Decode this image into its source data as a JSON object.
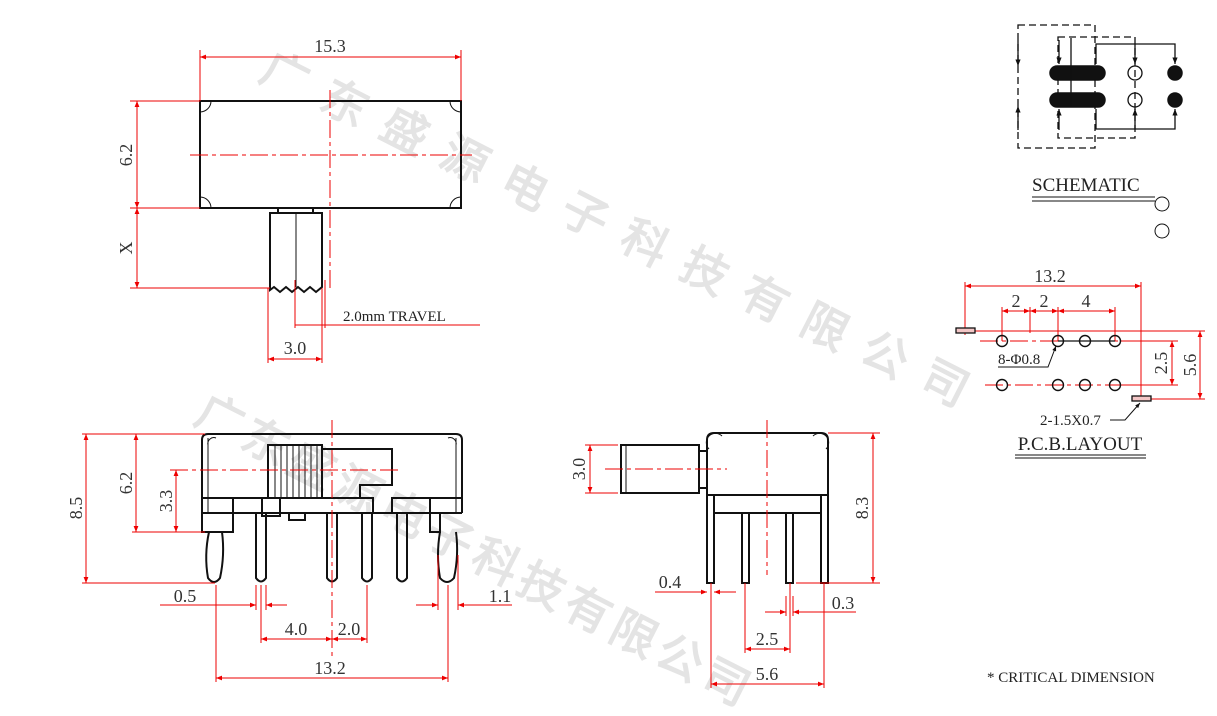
{
  "watermark": "广东盛源电子科技有限公司",
  "colors": {
    "dimension": "#ee0000",
    "outline": "#111111",
    "watermark": "#e4e4e4"
  },
  "top_view": {
    "width": "15.3",
    "height": "6.2",
    "actuator_length": "X",
    "travel": "2.0mm TRAVEL",
    "actuator_width": "3.0"
  },
  "front_view": {
    "overall_height": "8.5",
    "body_height": "6.2",
    "actuator_center": "3.3",
    "pin_width": "0.5",
    "mount_leg_width": "1.1",
    "pitch_a": "4.0",
    "pitch_b": "2.0",
    "leg_span": "13.2"
  },
  "side_view": {
    "actuator_height": "3.0",
    "height": "8.3",
    "leg_thickness": "0.4",
    "pin_thickness": "0.3",
    "pin_row_spacing": "2.5",
    "leg_spacing": "5.6"
  },
  "schematic": {
    "title": "SCHEMATIC"
  },
  "pcb": {
    "overall": "13.2",
    "pitch1": "2",
    "pitch2": "2",
    "pitch3": "4",
    "holes": "8-Φ0.8",
    "slots": "2-1.5X0.7",
    "row_spacing": "2.5",
    "slot_spacing": "5.6",
    "title": "P.C.B.LAYOUT"
  },
  "note": "* CRITICAL  DIMENSION"
}
